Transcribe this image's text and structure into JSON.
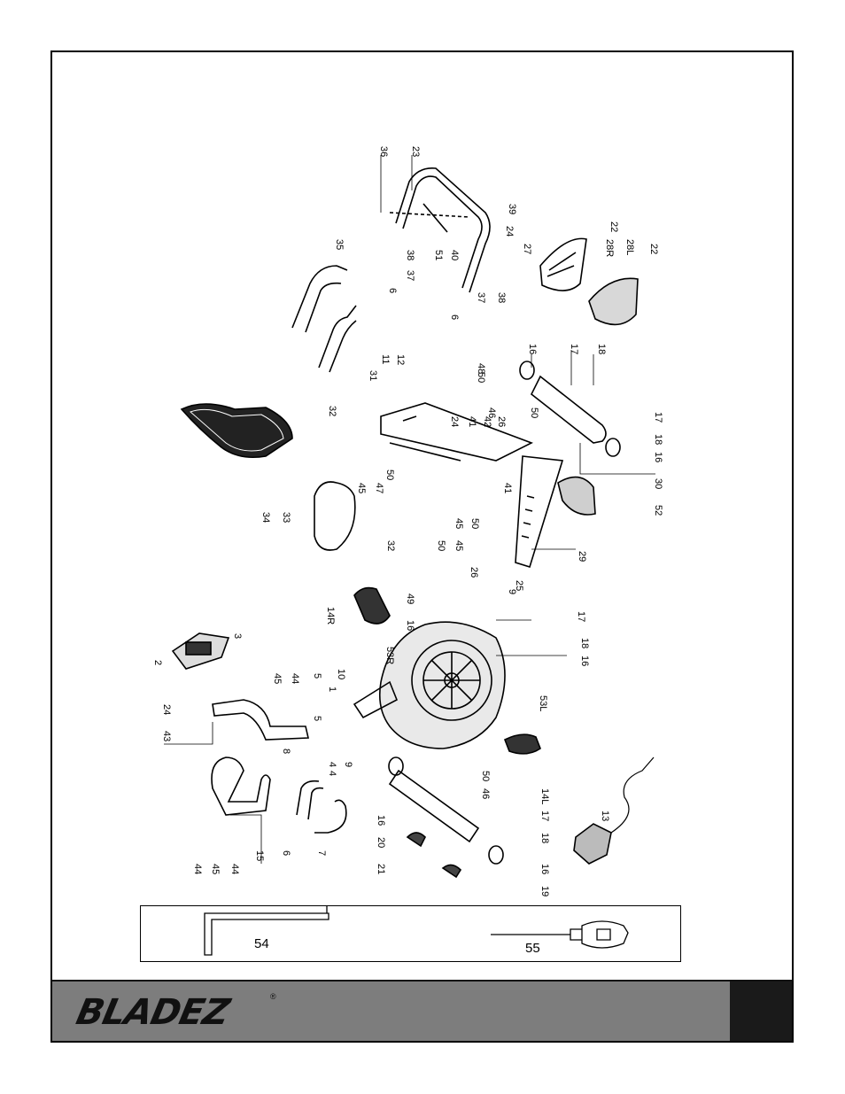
{
  "brand": {
    "logo_text": "BLADEZ",
    "registered_mark": "®"
  },
  "tools": {
    "allen_wrench_label": "54",
    "screwdriver_label": "55"
  },
  "part_labels": [
    "36",
    "23",
    "39",
    "24",
    "22",
    "38",
    "37",
    "51",
    "40",
    "28R",
    "27",
    "28L",
    "22",
    "35",
    "38",
    "37",
    "6",
    "6",
    "11",
    "12",
    "48",
    "31",
    "50",
    "32",
    "16",
    "17",
    "18",
    "46",
    "50",
    "24",
    "41",
    "42",
    "26",
    "17",
    "18",
    "16",
    "45",
    "47",
    "50",
    "45",
    "50",
    "41",
    "30",
    "52",
    "33",
    "34",
    "32",
    "50",
    "45",
    "26",
    "29",
    "25",
    "9",
    "49",
    "14R",
    "16",
    "17",
    "53R",
    "18",
    "16",
    "3",
    "2",
    "45",
    "44",
    "10",
    "5",
    "1",
    "5",
    "4",
    "24",
    "43",
    "8",
    "4",
    "9",
    "53L",
    "50",
    "46",
    "14L",
    "6",
    "15",
    "7",
    "44",
    "45",
    "44",
    "16",
    "20",
    "21",
    "17",
    "18",
    "16",
    "19",
    "13"
  ]
}
